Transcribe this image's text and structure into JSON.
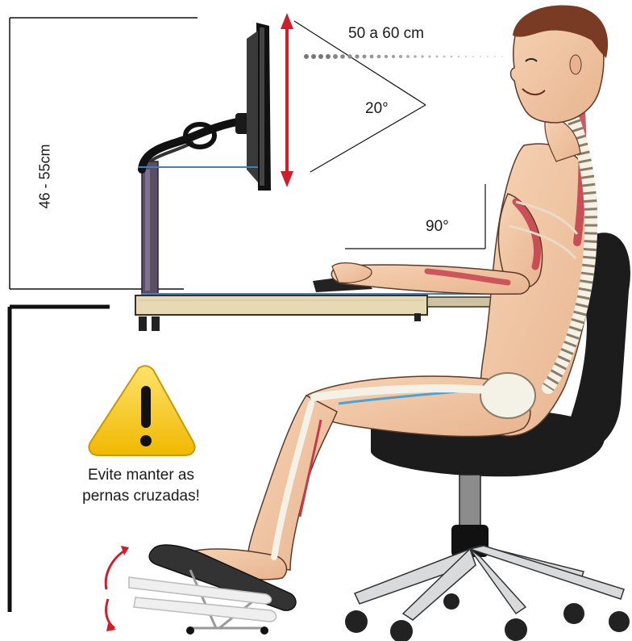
{
  "labels": {
    "viewing_distance": "50 a 60 cm",
    "view_angle": "20°",
    "elbow_angle": "90°",
    "desk_height": "46 - 55cm"
  },
  "warning": {
    "icon": "warning-triangle-icon",
    "line1": "Evite manter as",
    "line2": "pernas cruzadas!"
  },
  "colors": {
    "height_arrow": "#d01f2a",
    "alignment_lines": "#3a7fd0",
    "warning_fill": "#f3c318",
    "desk_wood": "#e8d9b5",
    "skin": "#f2c9a6",
    "bones": "#f4f1e6",
    "muscle": "#c23b4a",
    "chair": "#1c1c1c",
    "chair_base": "#d8dadc"
  }
}
